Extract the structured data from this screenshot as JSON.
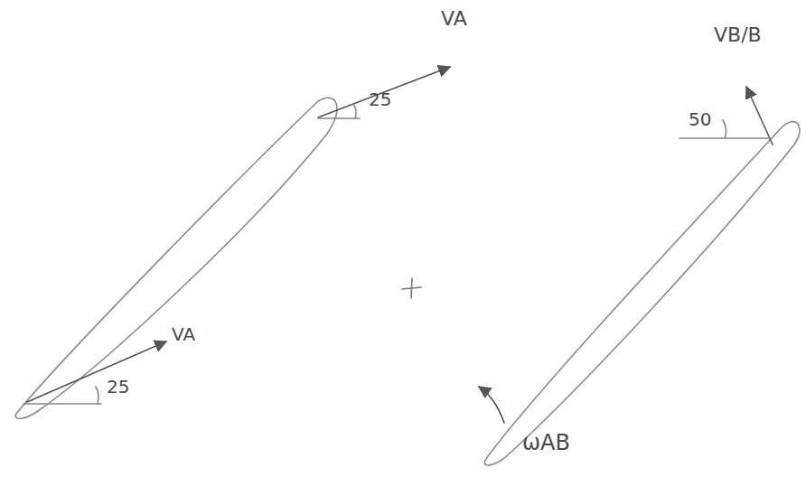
{
  "diagram": {
    "labels": [
      "VA",
      "25",
      "VA",
      "25",
      "VB/B",
      "50",
      "ωAB"
    ]
  }
}
